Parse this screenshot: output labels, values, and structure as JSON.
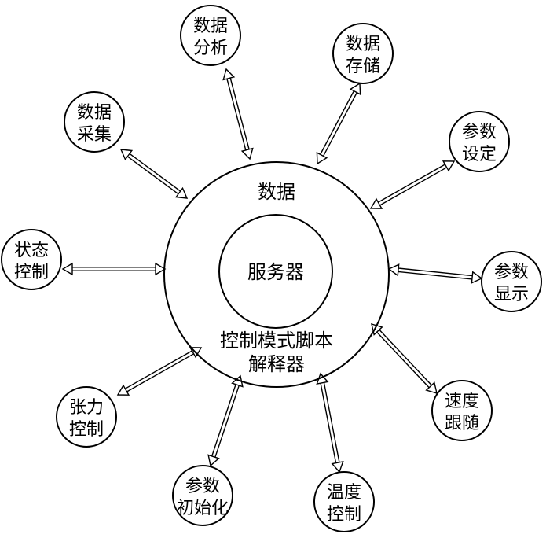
{
  "center": {
    "outer_top_label": "数据",
    "inner_label": "服务器",
    "outer_bottom_label_line1": "控制模式脚本",
    "outer_bottom_label_line2": "解释器"
  },
  "nodes": [
    {
      "id": "data-analysis",
      "line1": "数据",
      "line2": "分析"
    },
    {
      "id": "data-storage",
      "line1": "数据",
      "line2": "存储"
    },
    {
      "id": "data-collection",
      "line1": "数据",
      "line2": "采集"
    },
    {
      "id": "param-setting",
      "line1": "参数",
      "line2": "设定"
    },
    {
      "id": "state-control",
      "line1": "状态",
      "line2": "控制"
    },
    {
      "id": "param-display",
      "line1": "参数",
      "line2": "显示"
    },
    {
      "id": "tension-control",
      "line1": "张力",
      "line2": "控制"
    },
    {
      "id": "speed-follow",
      "line1": "速度",
      "line2": "跟随"
    },
    {
      "id": "param-init",
      "line1": "参数",
      "line2": "初始化"
    },
    {
      "id": "temp-control",
      "line1": "温度",
      "line2": "控制"
    }
  ],
  "edges": [
    {
      "from": "data-analysis",
      "to": "center",
      "type": "bidirectional"
    },
    {
      "from": "data-storage",
      "to": "center",
      "type": "bidirectional"
    },
    {
      "from": "data-collection",
      "to": "center",
      "type": "bidirectional"
    },
    {
      "from": "param-setting",
      "to": "center",
      "type": "bidirectional"
    },
    {
      "from": "state-control",
      "to": "center",
      "type": "bidirectional"
    },
    {
      "from": "param-display",
      "to": "center",
      "type": "bidirectional"
    },
    {
      "from": "tension-control",
      "to": "center",
      "type": "bidirectional"
    },
    {
      "from": "speed-follow",
      "to": "center",
      "type": "bidirectional"
    },
    {
      "from": "param-init",
      "to": "center",
      "type": "bidirectional"
    },
    {
      "from": "temp-control",
      "to": "center",
      "type": "bidirectional"
    }
  ]
}
